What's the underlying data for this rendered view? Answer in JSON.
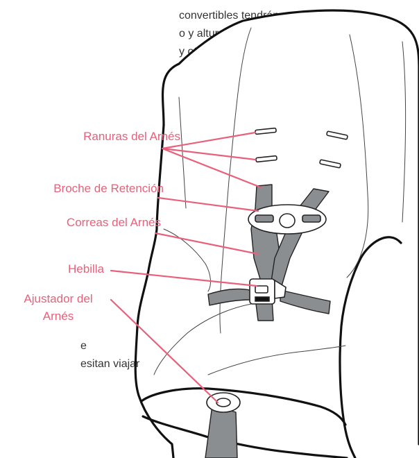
{
  "text_fragments": {
    "top_line_1": "convertibles tendrán",
    "top_line_2": "o y altura diferentes.",
    "top_line_3": "y otro para mirar",
    "bottom_line_1": "e",
    "bottom_line_2": "esitan viajar"
  },
  "labels": {
    "harness_slots": "Ranuras del Arnés",
    "chest_clip": "Broche de Retención",
    "harness_straps": "Correas del Arnés",
    "buckle": "Hebilla",
    "harness_adjuster_line_1": "Ajustador del",
    "harness_adjuster_line_2": "Arnés"
  },
  "colors": {
    "label_color": "#e8607a",
    "strap_color": "#8a8e90",
    "outline_color": "#111111"
  }
}
